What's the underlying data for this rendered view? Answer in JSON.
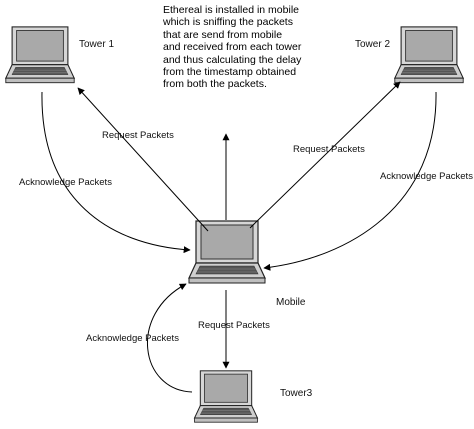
{
  "annotation": {
    "lines": [
      "Ethereal is installed in mobile",
      "which is sniffing the packets",
      "that are send from mobile",
      "and received from each tower",
      "and thus calculating the delay",
      "from the timestamp obtained",
      "from both the packets."
    ]
  },
  "nodes": {
    "tower1": "Tower 1",
    "tower2": "Tower 2",
    "tower3": "Tower3",
    "mobile": "Mobile"
  },
  "edge_labels": {
    "request_t1": "Request Packets",
    "request_t2": "Request Packets",
    "request_t3": "Request Packets",
    "ack_t1": "Acknowledge Packets",
    "ack_t2": "Acknowledge Packets",
    "ack_t3": "Acknowledge Packets"
  }
}
